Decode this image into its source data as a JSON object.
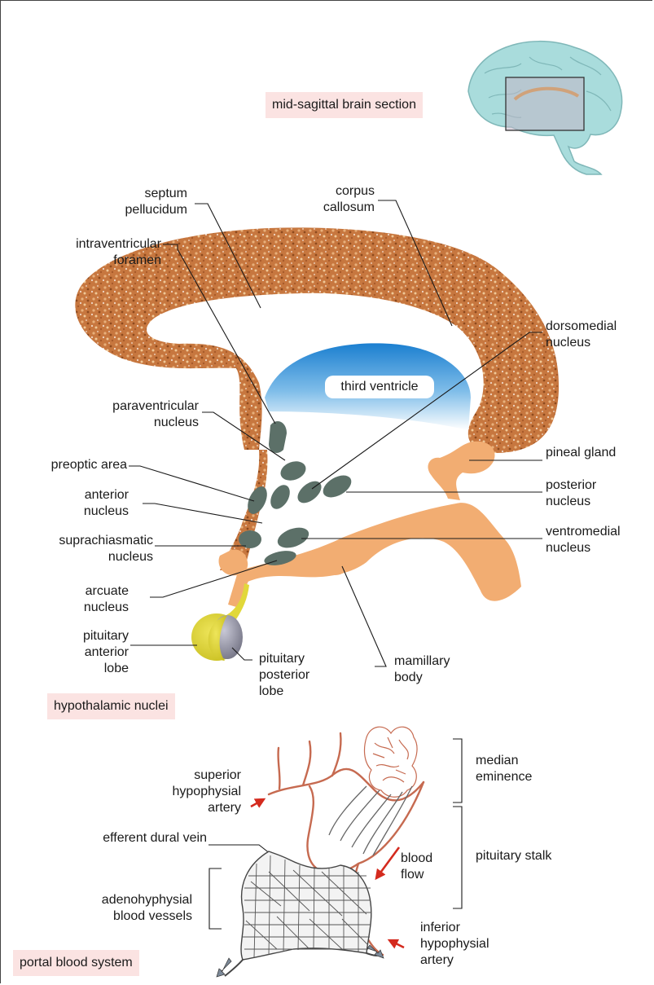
{
  "tags": {
    "brain_section": "mid-sagittal brain section",
    "hypothalamic": "hypothalamic nuclei",
    "portal": "portal blood system"
  },
  "labels": {
    "septum": "septum\npellucidum",
    "corpus": "corpus\ncallosum",
    "intraventricular": "intraventricular\nforamen",
    "dorsomedial": "dorsomedial\nnucleus",
    "third_ventricle": "third ventricle",
    "paraventricular": "paraventricular\nnucleus",
    "preoptic": "preoptic  area",
    "anterior": "anterior\nnucleus",
    "suprachiasmatic": "suprachiasmatic\nnucleus",
    "arcuate": "arcuate\nnucleus",
    "pituitary_anterior": "pituitary\nanterior\nlobe",
    "pituitary_posterior": "pituitary\nposterior\nlobe",
    "mamillary": "mamillary\nbody",
    "pineal": "pineal gland",
    "posterior": "posterior\nnucleus",
    "ventromedial": "ventromedial\nnucleus",
    "median_eminence": "median\neminence",
    "superior_artery": "superior\nhypophysial\nartery",
    "efferent": "efferent dural vein",
    "pituitary_stalk": "pituitary stalk",
    "blood_flow": "blood\nflow",
    "adenohyphysial": "adenohyphysial\nblood vessels",
    "inferior_artery": "inferior\nhypophysial\nartery"
  },
  "colors": {
    "corpus_callosum": "#c7773f",
    "ventricle_top": "#1b7fd0",
    "ventricle_bottom": "#ffffff",
    "nuclei": "#5c7068",
    "hypothalamus": "#f2ad72",
    "pituitary_anterior": "#e1d83a",
    "pituitary_posterior": "#8f8f9e",
    "brain": "#a9dcdc",
    "tag_bg": "#fbe3e2",
    "vessels": "#c66a50",
    "arrows_red": "#d42a1e",
    "arrows_grey": "#7d8a99"
  }
}
